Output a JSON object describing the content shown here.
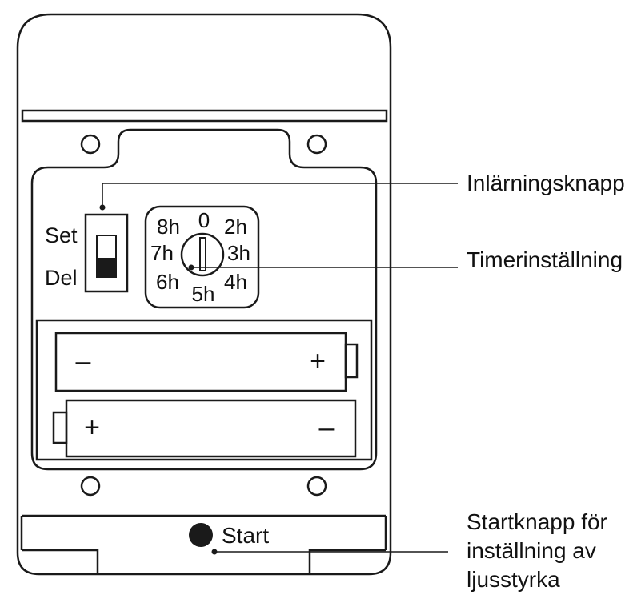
{
  "callouts": {
    "learn_button": "Inlärningsknapp",
    "timer_setting": "Timerinställning",
    "start_button": [
      "Startknapp för",
      "inställning av",
      "ljusstyrka"
    ]
  },
  "switch": {
    "top_label": "Set",
    "bottom_label": "Del"
  },
  "timer_dial": {
    "positions": [
      "0",
      "2h",
      "3h",
      "4h",
      "5h",
      "6h",
      "7h",
      "8h"
    ]
  },
  "batteries": {
    "top": {
      "left_symbol": "–",
      "right_symbol": "+"
    },
    "bottom": {
      "left_symbol": "+",
      "right_symbol": "–"
    }
  },
  "start_label": "Start",
  "colors": {
    "stroke": "#1a1a1a",
    "background": "#ffffff"
  }
}
